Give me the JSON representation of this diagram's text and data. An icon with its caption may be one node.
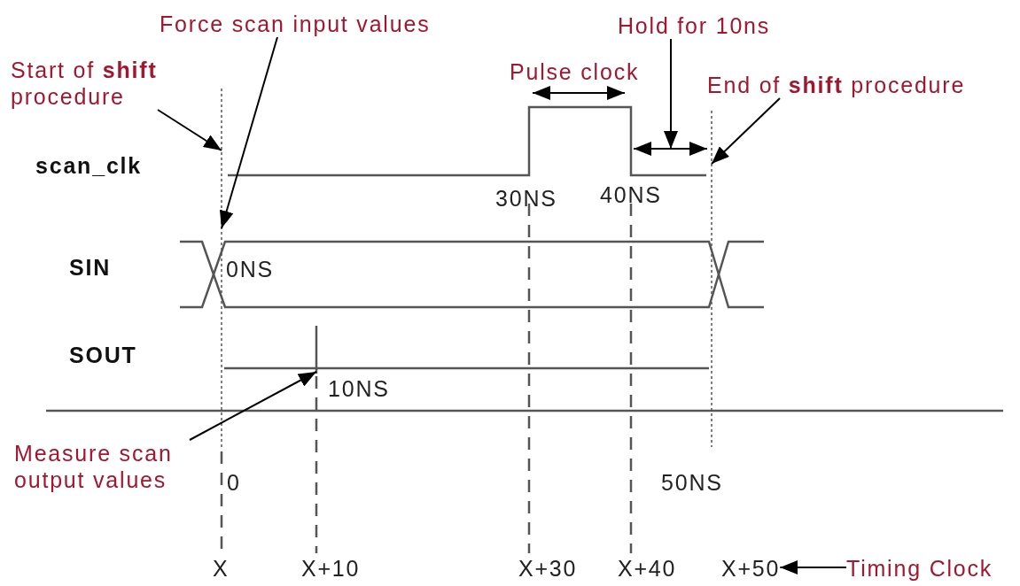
{
  "diagram": {
    "nodes": [
      {
        "text": [
          "Start of **shift** procedure"
        ]
      },
      {
        "text": [
          "Force scan input values"
        ]
      },
      {
        "text": [
          "Hold for 10ns"
        ]
      },
      {
        "text": [
          "End of **shift** procedure"
        ]
      },
      {
        "text": [
          "Measure scan output values"
        ]
      },
      {
        "text": [
          "X+50"
        ]
      },
      {
        "text": [
          "Timing Clock"
        ]
      },
      {
        "text": [],
        "shape": "line"
      },
      {
        "text": [],
        "shape": "line"
      },
      {
        "text": [],
        "shape": "arrow"
      },
      {
        "text": [],
        "shape": "line"
      },
      {
        "text": [],
        "shape": "line"
      }
    ],
    "edges": [
      {
        "from": 0,
        "to": 7,
        "arrow": "to"
      },
      {
        "from": 1,
        "to": 7,
        "arrow": "to"
      },
      {
        "from": 2,
        "to": 9,
        "arrow": "to"
      },
      {
        "from": 3,
        "to": 10,
        "arrow": "to"
      },
      {
        "from": 4,
        "to": 8,
        "arrow": "to"
      },
      {
        "from": 6,
        "to": 5,
        "arrow": "to"
      }
    ],
    "labels": [
      "Pulse clock",
      "scan_clk",
      "30NS",
      "40NS",
      "SIN",
      "0NS",
      "SOUT",
      "10NS",
      "0",
      "50NS",
      "X",
      "X+10",
      "X+30",
      "X+40"
    ]
  }
}
